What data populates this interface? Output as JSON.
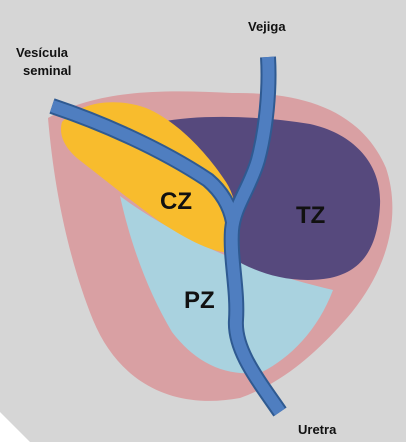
{
  "labels": {
    "bladder": "Vejiga",
    "seminal_line1": "Vesícula",
    "seminal_line2": "seminal",
    "urethra": "Uretra",
    "central_zone": "CZ",
    "transition_zone": "TZ",
    "peripheral_zone": "PZ"
  },
  "colors": {
    "background": "#d6d6d6",
    "capsule": "#d9a0a3",
    "central_zone": "#f8bc2d",
    "transition_zone": "#56497d",
    "peripheral_zone": "#a9d2df",
    "urethra": "#4f7ec0",
    "urethra_outline": "#2f5a91"
  }
}
